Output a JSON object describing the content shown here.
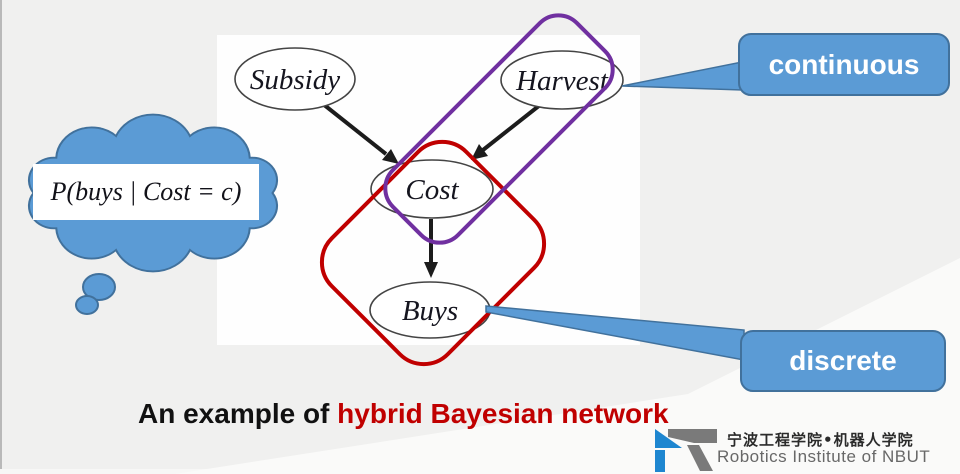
{
  "background": {
    "base_color": "#f0f0ef",
    "wedge_color": "#fafaf9"
  },
  "thought_bubble": {
    "formula": "P(buys | Cost = c)",
    "fill": "#5B9BD5",
    "outline": "#41719C"
  },
  "diagram": {
    "nodes": [
      {
        "id": "subsidy",
        "label": "Subsidy"
      },
      {
        "id": "harvest",
        "label": "Harvest"
      },
      {
        "id": "cost",
        "label": "Cost"
      },
      {
        "id": "buys",
        "label": "Buys"
      }
    ],
    "edges": [
      {
        "from": "Subsidy",
        "to": "Cost"
      },
      {
        "from": "Harvest",
        "to": "Cost"
      },
      {
        "from": "Cost",
        "to": "Buys"
      }
    ],
    "groups": [
      {
        "label": "continuous",
        "members": [
          "Harvest",
          "Cost"
        ],
        "color": "#7030A0"
      },
      {
        "label": "discrete",
        "members": [
          "Cost",
          "Buys"
        ],
        "color": "#C00000"
      }
    ]
  },
  "callouts": {
    "continuous": "continuous",
    "discrete": "discrete",
    "fill": "#5B9BD5",
    "outline": "#41719C"
  },
  "caption": {
    "prefix": "An example of ",
    "highlight": "hybrid Bayesian network",
    "highlight_color": "#C00000"
  },
  "logo": {
    "cn": "宁波工程学院•机器人学院",
    "en": "Robotics Institute of NBUT",
    "blue": "#1E86D0",
    "gray": "#7a7a7a"
  }
}
